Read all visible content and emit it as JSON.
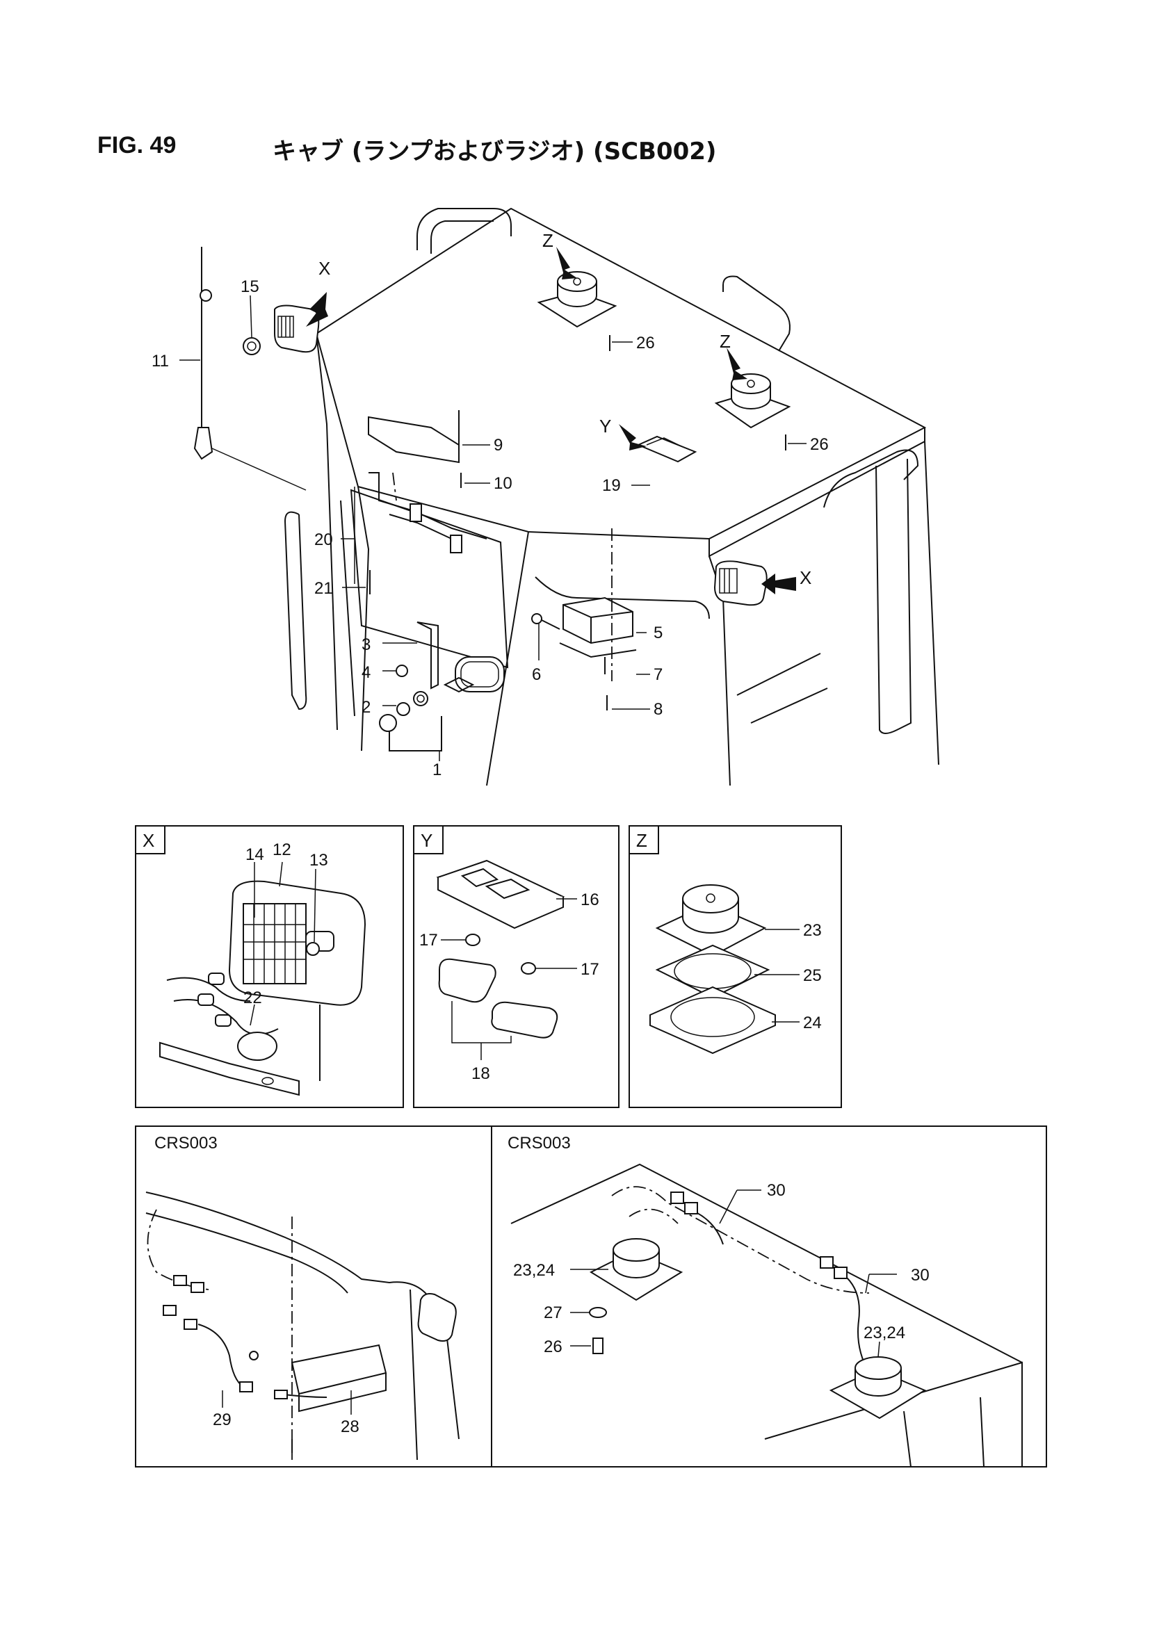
{
  "figure": {
    "number": "FIG. 49",
    "title": "キャブ (ランプおよびラジオ) (SCB002)"
  },
  "main_view": {
    "view_markers": [
      "X",
      "X",
      "Y",
      "Z",
      "Z"
    ],
    "part_callouts": [
      "1",
      "2",
      "3",
      "4",
      "5",
      "6",
      "7",
      "8",
      "9",
      "10",
      "11",
      "15",
      "19",
      "20",
      "21",
      "26",
      "26"
    ]
  },
  "detail_x": {
    "tag": "X",
    "callouts": [
      "12",
      "13",
      "14",
      "22"
    ]
  },
  "detail_y": {
    "tag": "Y",
    "callouts": [
      "16",
      "17",
      "17",
      "18"
    ]
  },
  "detail_z": {
    "tag": "Z",
    "callouts": [
      "23",
      "25",
      "24"
    ]
  },
  "crs_left": {
    "tag": "CRS003",
    "callouts": [
      "28",
      "29"
    ]
  },
  "crs_right": {
    "tag": "CRS003",
    "callouts": [
      "30",
      "30",
      "23,24",
      "23,24",
      "27",
      "26"
    ]
  }
}
